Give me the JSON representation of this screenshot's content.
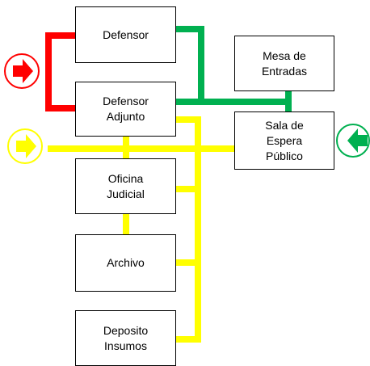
{
  "rooms": {
    "defensor": "Defensor",
    "defensor_adjunto": "Defensor\nAdjunto",
    "mesa_entradas": "Mesa de\nEntradas",
    "sala_espera": "Sala de\nEspera\nPúblico",
    "oficina_judicial": "Oficina\nJudicial",
    "archivo": "Archivo",
    "deposito": "Deposito\nInsumos"
  },
  "icons": {
    "red_entry": "right-arrow-icon",
    "yellow_entry": "right-arrow-icon",
    "green_entry": "left-arrow-icon"
  },
  "colors": {
    "red_route": "#ff0000",
    "yellow_route": "#ffff00",
    "green_route": "#00b050",
    "box_border": "#000000"
  }
}
